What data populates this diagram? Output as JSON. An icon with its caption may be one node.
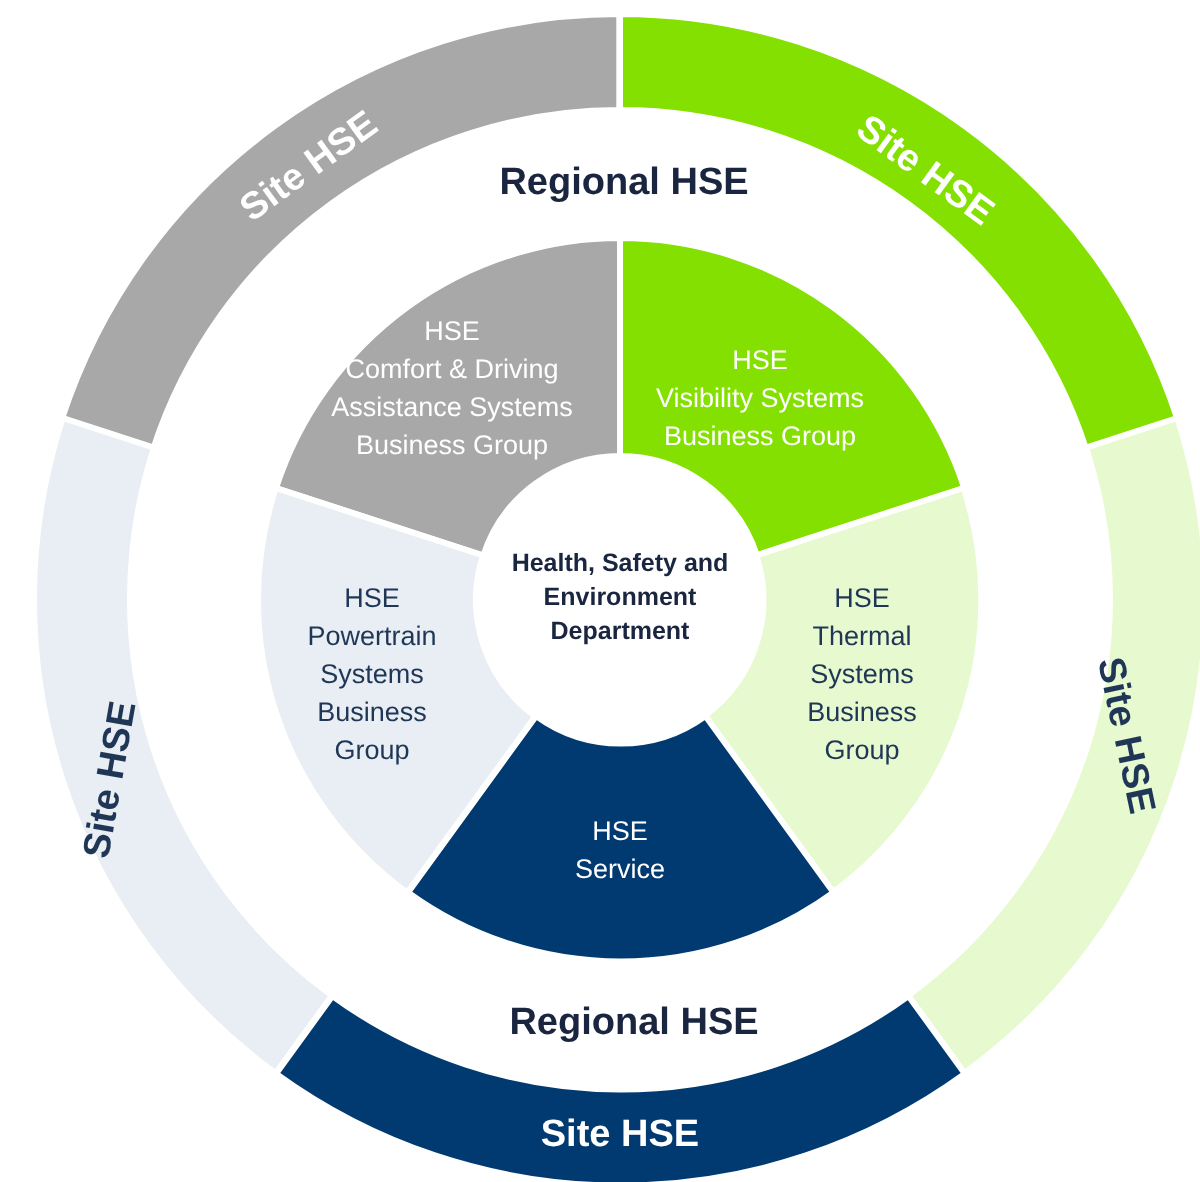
{
  "diagram": {
    "nodes": [
      {
        "text": [
          "Site HSE"
        ]
      },
      {
        "text": [
          "Site HSE"
        ]
      },
      {
        "text": [
          "Site HSE"
        ]
      },
      {
        "text": [
          "Site HSE"
        ]
      },
      {
        "text": [
          "Site HSE"
        ]
      },
      {
        "text": [
          "HSE",
          "Comfort & Driving Assistance Systems Business Group"
        ]
      },
      {
        "text": [
          "HSE",
          "Visibility Systems Business Group"
        ]
      },
      {
        "text": [
          "HSE",
          "Thermal Systems Business Group"
        ]
      },
      {
        "text": [
          "HSE",
          "Service"
        ]
      },
      {
        "text": [
          "HSE",
          "Powertrain Systems Business Group"
        ]
      },
      {
        "text": [
          "Health, Safety and Environment Department"
        ]
      }
    ],
    "edges": [],
    "labels": [
      "Regional HSE",
      "Regional HSE"
    ]
  }
}
